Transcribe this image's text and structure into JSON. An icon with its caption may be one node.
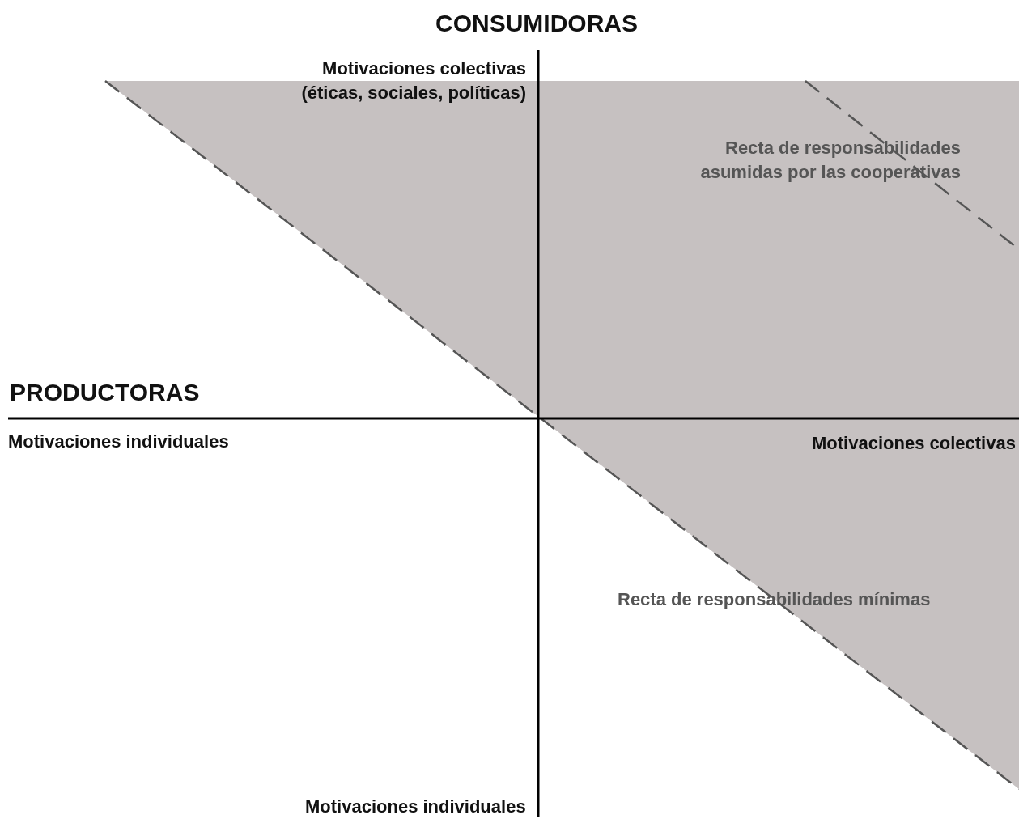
{
  "diagram": {
    "labels": [
      "CONSUMIDORAS",
      "Motivaciones colectivas (éticas, sociales, políticas)",
      "Recta de responsabilidades asumidas por las cooperativas",
      "PRODUCTORAS",
      "Motivaciones individuales",
      "Motivaciones colectivas",
      "Recta de responsabilidades mínimas",
      "Motivaciones individuales"
    ]
  }
}
